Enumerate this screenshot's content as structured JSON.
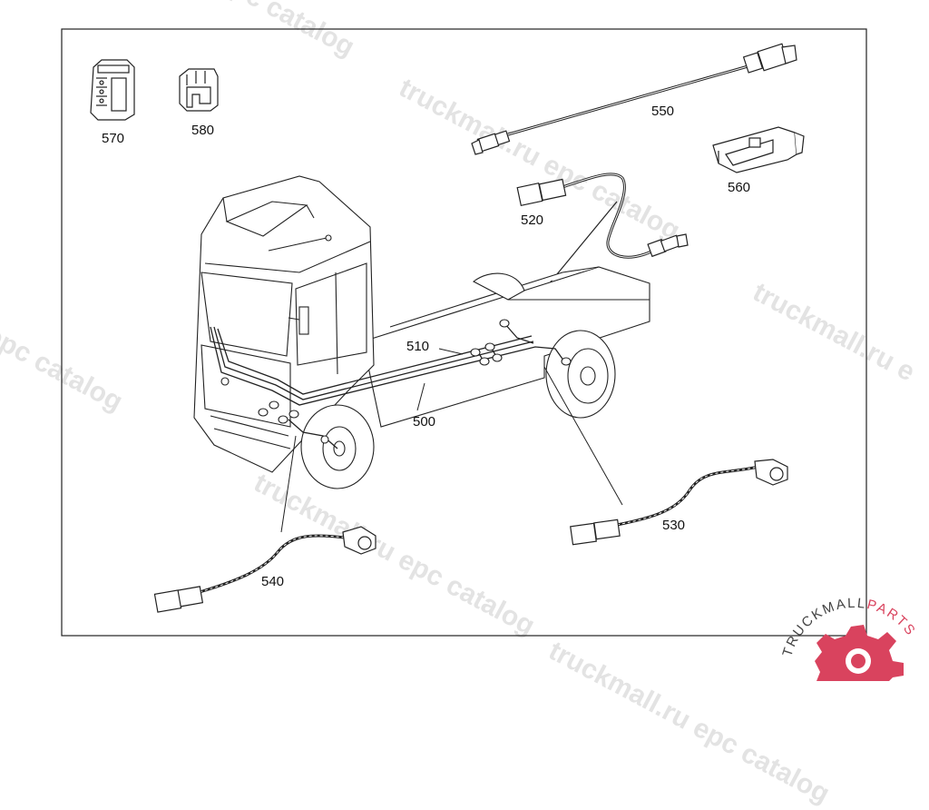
{
  "diagram": {
    "callouts": {
      "p500": "500",
      "p510": "510",
      "p520": "520",
      "p530": "530",
      "p540": "540",
      "p550": "550",
      "p560": "560",
      "p570": "570",
      "p580": "580"
    }
  },
  "watermark": {
    "text_a": "truckmall.ru epc catalog",
    "text_b": "truckmall.ru e",
    "text_c": "l epc catalog",
    "text_d": "pc catalog"
  },
  "logo": {
    "part1": "TRUCKMALL",
    "part2": "PARTS",
    "color_dark": "#444444",
    "color_accent": "#d9435e"
  }
}
